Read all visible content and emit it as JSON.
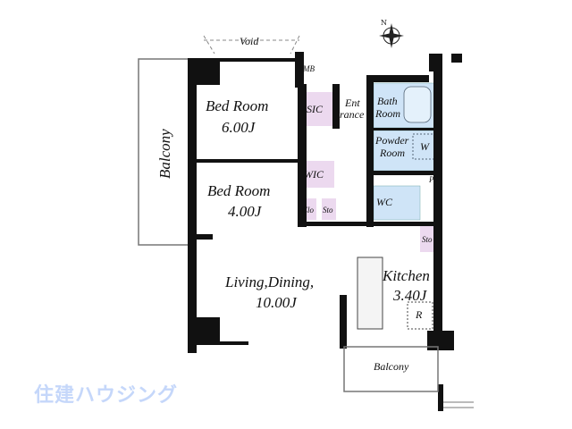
{
  "rooms": {
    "void": "Void",
    "balcony_left": "Balcony",
    "bed1_name": "Bed Room",
    "bed1_size": "6.00J",
    "bed2_name": "Bed Room",
    "bed2_size": "4.00J",
    "living_name": "Living,Dining,",
    "living_size": "10.00J",
    "kitchen_name": "Kitchen",
    "kitchen_size": "3.40J",
    "balcony_bottom": "Balcony",
    "sic": "SIC",
    "mb": "MB",
    "entrance_1": "Ent",
    "entrance_2": "rance",
    "bath_1": "Bath",
    "bath_2": "Room",
    "powder_1": "Powder",
    "powder_2": "Room",
    "w": "W",
    "ps": "PS",
    "wic": "WIC",
    "wc": "WC",
    "clo": "Clo",
    "sto1": "Sto",
    "sto2": "Sto",
    "r": "R"
  },
  "watermark": "住建ハウジング",
  "colors": {
    "wall": "#111111",
    "wet_area": "#cfe4f7",
    "storage": "#ecd9ef",
    "watermark": "#c5d7fa"
  },
  "icons": {
    "compass": "compass-icon"
  }
}
